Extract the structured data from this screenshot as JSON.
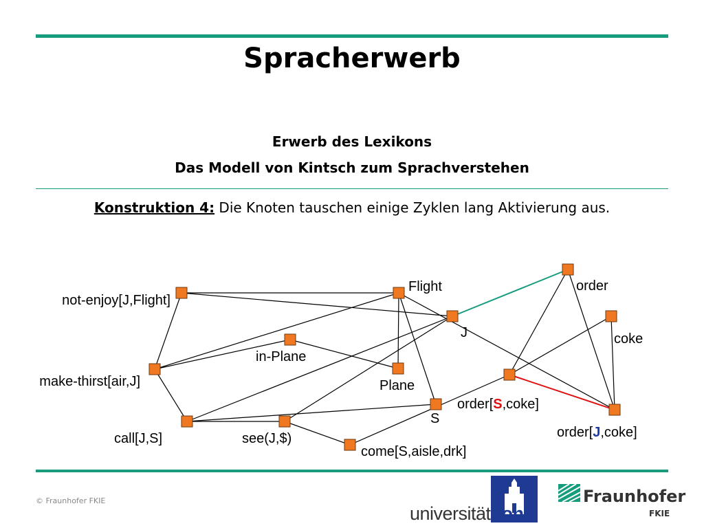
{
  "header": {
    "title": "Spracherwerb",
    "subtitle_1": "Erwerb des Lexikons",
    "subtitle_2": "Das Modell von Kintsch zum Sprachverstehen"
  },
  "body": {
    "keyword": "Konstruktion 4:",
    "text": " Die Knoten tauschen einige Zyklen lang Aktivierung aus."
  },
  "colors": {
    "rule": "#179c7d",
    "node_fill": "#f07820",
    "node_stroke": "#6b3a12",
    "edge": "#000000",
    "edge_green": "#179c7d",
    "edge_red": "#e01010",
    "highlight_S": "#e01010",
    "highlight_J": "#1e3aa8"
  },
  "diagram": {
    "nodes": [
      {
        "id": "not_enjoy",
        "label": "not-enjoy[J,Flight]"
      },
      {
        "id": "flight",
        "label": "Flight"
      },
      {
        "id": "order",
        "label": "order"
      },
      {
        "id": "j",
        "label": "J"
      },
      {
        "id": "coke",
        "label": "coke"
      },
      {
        "id": "in_plane",
        "label": "in-Plane"
      },
      {
        "id": "make_thirst",
        "label": "make-thirst[air,J]"
      },
      {
        "id": "plane",
        "label": "Plane"
      },
      {
        "id": "order_s",
        "label": "order[S,coke]",
        "prefix": "order[",
        "highlight": "S",
        "suffix": ",coke]"
      },
      {
        "id": "s",
        "label": "S"
      },
      {
        "id": "order_j",
        "label": "order[J,coke]",
        "prefix": "order[",
        "highlight": "J",
        "suffix": ",coke]"
      },
      {
        "id": "call",
        "label": "call[J,S]"
      },
      {
        "id": "see",
        "label": "see(J,$)"
      },
      {
        "id": "come",
        "label": "come[S,aisle,drk]"
      }
    ],
    "edges": [
      {
        "from": "not_enjoy",
        "to": "flight"
      },
      {
        "from": "not_enjoy",
        "to": "j"
      },
      {
        "from": "not_enjoy",
        "to": "make_thirst"
      },
      {
        "from": "flight",
        "to": "make_thirst"
      },
      {
        "from": "flight",
        "to": "plane"
      },
      {
        "from": "flight",
        "to": "s"
      },
      {
        "from": "flight",
        "to": "order_j"
      },
      {
        "from": "j",
        "to": "order",
        "style": "green"
      },
      {
        "from": "j",
        "to": "call"
      },
      {
        "from": "j",
        "to": "see"
      },
      {
        "from": "in_plane",
        "to": "make_thirst"
      },
      {
        "from": "in_plane",
        "to": "plane"
      },
      {
        "from": "make_thirst",
        "to": "call"
      },
      {
        "from": "order",
        "to": "order_s"
      },
      {
        "from": "order",
        "to": "order_j"
      },
      {
        "from": "coke",
        "to": "order_s"
      },
      {
        "from": "coke",
        "to": "order_j"
      },
      {
        "from": "order_s",
        "to": "order_j",
        "style": "red"
      },
      {
        "from": "order_s",
        "to": "come"
      },
      {
        "from": "call",
        "to": "see"
      },
      {
        "from": "call",
        "to": "s"
      },
      {
        "from": "see",
        "to": "come"
      }
    ]
  },
  "footer": {
    "copyright": "© Fraunhofer FKIE",
    "uni_regular": "universität",
    "uni_bold": "bonn",
    "fraunhofer": "Fraunhofer",
    "fkie": "FKIE"
  }
}
